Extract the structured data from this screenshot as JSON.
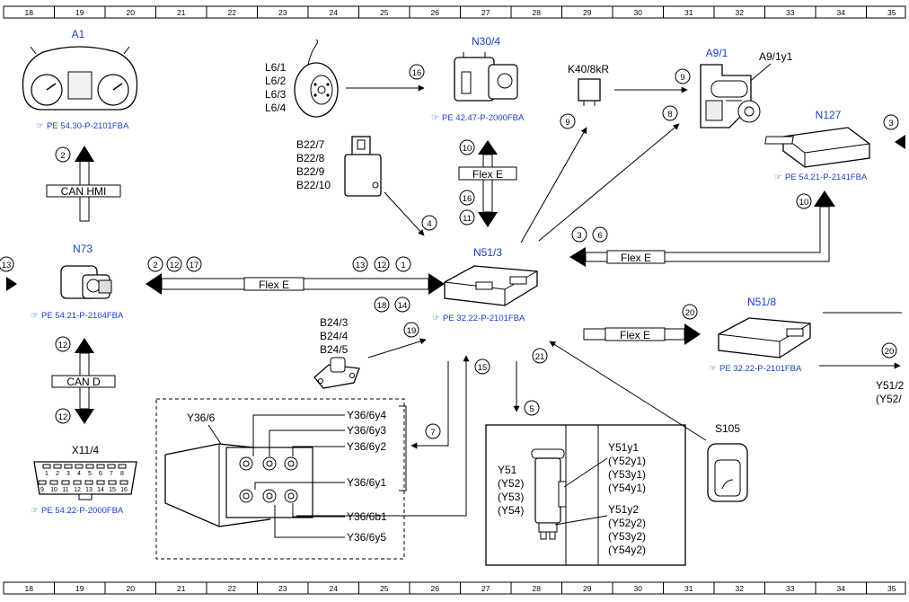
{
  "grid_columns": [
    "18",
    "19",
    "20",
    "21",
    "22",
    "23",
    "24",
    "25",
    "26",
    "27",
    "28",
    "29",
    "30",
    "31",
    "32",
    "33",
    "34",
    "35"
  ],
  "components": {
    "a1": {
      "title": "A1",
      "ref": "PE 54.30-P-2101FBA"
    },
    "l6": {
      "labels": [
        "L6/1",
        "L6/2",
        "L6/3",
        "L6/4"
      ]
    },
    "n30_4": {
      "title": "N30/4",
      "ref": "PE 42.47-P-2000FBA"
    },
    "k40": {
      "title": "K40/8kR"
    },
    "a9_1": {
      "title": "A9/1",
      "sub": "A9/1y1"
    },
    "n127": {
      "title": "N127",
      "ref": "PE 54.21-P-2141FBA"
    },
    "b22": {
      "labels": [
        "B22/7",
        "B22/8",
        "B22/9",
        "B22/10"
      ]
    },
    "n73": {
      "title": "N73",
      "ref": "PE 54.21-P-2104FBA"
    },
    "n51_3": {
      "title": "N51/3",
      "ref": "PE 32.22-P-2101FBA"
    },
    "n51_8": {
      "title": "N51/8",
      "ref": "PE 32.22-P-2101FBA"
    },
    "b24": {
      "labels": [
        "B24/3",
        "B24/4",
        "B24/5"
      ]
    },
    "x11_4": {
      "title": "X11/4",
      "ref": "PE 54.22-P-2000FBA",
      "pins_top": [
        "1",
        "2",
        "3",
        "4",
        "5",
        "6",
        "7",
        "8"
      ],
      "pins_bottom": [
        "9",
        "10",
        "11",
        "12",
        "13",
        "14",
        "15",
        "16"
      ]
    },
    "y36": {
      "title": "Y36/6",
      "labels": [
        "Y36/6y4",
        "Y36/6y3",
        "Y36/6y2",
        "Y36/6y1",
        "Y36/6b1",
        "Y36/6y5"
      ]
    },
    "y51": {
      "left": [
        "Y51",
        "(Y52)",
        "(Y53)",
        "(Y54)"
      ],
      "right_top": [
        "Y51y1",
        "(Y52y1)",
        "(Y53y1)",
        "(Y54y1)"
      ],
      "right_bottom": [
        "Y51y2",
        "(Y52y2)",
        "(Y53y2)",
        "(Y54y2)"
      ]
    },
    "s105": {
      "title": "S105"
    },
    "y51_cut": {
      "labels": [
        "Y51/2",
        "(Y52/"
      ]
    }
  },
  "buses": {
    "can_hmi": "CAN HMI",
    "can_d": "CAN D",
    "flex_e_1": "Flex E",
    "flex_e_2": "Flex E",
    "flex_e_3": "Flex E",
    "flex_e_4": "Flex E"
  },
  "signals": {
    "s16a": "16",
    "s9a": "9",
    "s9b": "9",
    "s8": "8",
    "s3a": "3",
    "s10a": "10",
    "s16b": "16",
    "s11": "11",
    "s4": "4",
    "s2a": "2",
    "s3b": "3",
    "s6": "6",
    "s10b": "10",
    "s2b": "2",
    "s12a": "12",
    "s17": "17",
    "s13a": "13",
    "s12b": "12",
    "s1": "1",
    "s18": "18",
    "s14": "14",
    "s13b": "13",
    "s20a": "20",
    "s20b": "20",
    "s12c": "12",
    "s12d": "12",
    "s19": "19",
    "s21": "21",
    "s15": "15",
    "s7": "7",
    "s5": "5"
  }
}
